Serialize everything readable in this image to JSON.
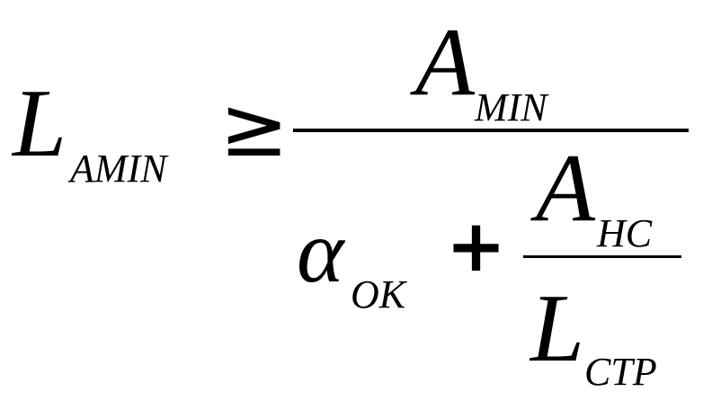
{
  "formula": {
    "lhs": {
      "main": "L",
      "sub": "AMIN"
    },
    "relation": "≥",
    "numerator": {
      "main": "A",
      "sub": "MIN"
    },
    "denominator": {
      "term1": {
        "main": "α",
        "sub": "OK"
      },
      "operator": "+",
      "fraction": {
        "numerator": {
          "main": "A",
          "sub": "HC"
        },
        "denominator": {
          "main": "L",
          "sub": "CTP"
        }
      }
    }
  }
}
